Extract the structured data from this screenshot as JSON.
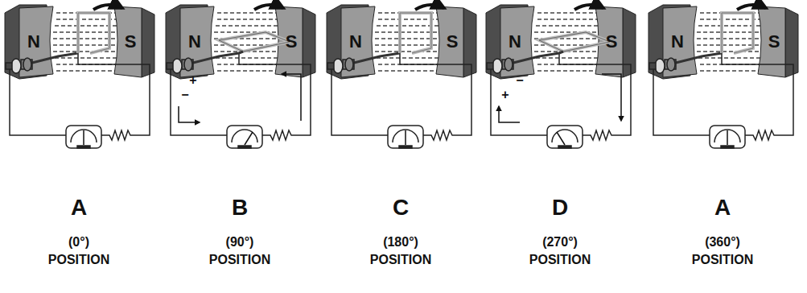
{
  "diagram": {
    "labels": [
      "N",
      "S",
      "A",
      "(0°) POSITION",
      "N",
      "S",
      "+",
      "−",
      "B",
      "(90°) POSITION",
      "N",
      "S",
      "C",
      "(180°) POSITION",
      "N",
      "S",
      "−",
      "+",
      "D",
      "(270°) POSITION",
      "N",
      "S",
      "A",
      "(360°) POSITION"
    ]
  }
}
